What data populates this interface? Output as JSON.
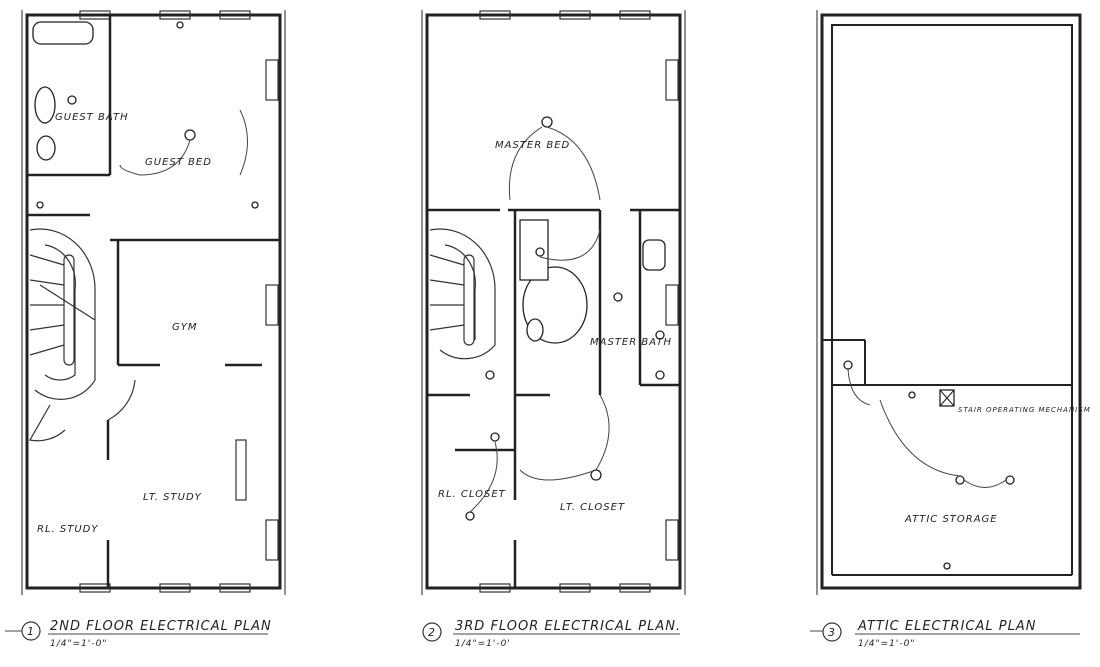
{
  "plans": [
    {
      "number": "1",
      "title": "2ND FLOOR ELECTRICAL PLAN",
      "scale": "1/4\"=1'-0\"",
      "rooms": [
        "GUEST BATH",
        "GUEST BED",
        "GYM",
        "LT. STUDY",
        "RL. STUDY"
      ]
    },
    {
      "number": "2",
      "title": "3RD FLOOR ELECTRICAL PLAN.",
      "scale": "1/4\"=1'-0'",
      "rooms": [
        "MASTER BED",
        "MASTER BATH",
        "RL. CLOSET",
        "LT. CLOSET"
      ]
    },
    {
      "number": "3",
      "title": "ATTIC ELECTRICAL PLAN",
      "scale": "1/4\"=1'-0\"",
      "rooms": [
        "ATTIC STORAGE"
      ],
      "notes": [
        "STAIR OPERATING MECHANISM"
      ]
    }
  ]
}
